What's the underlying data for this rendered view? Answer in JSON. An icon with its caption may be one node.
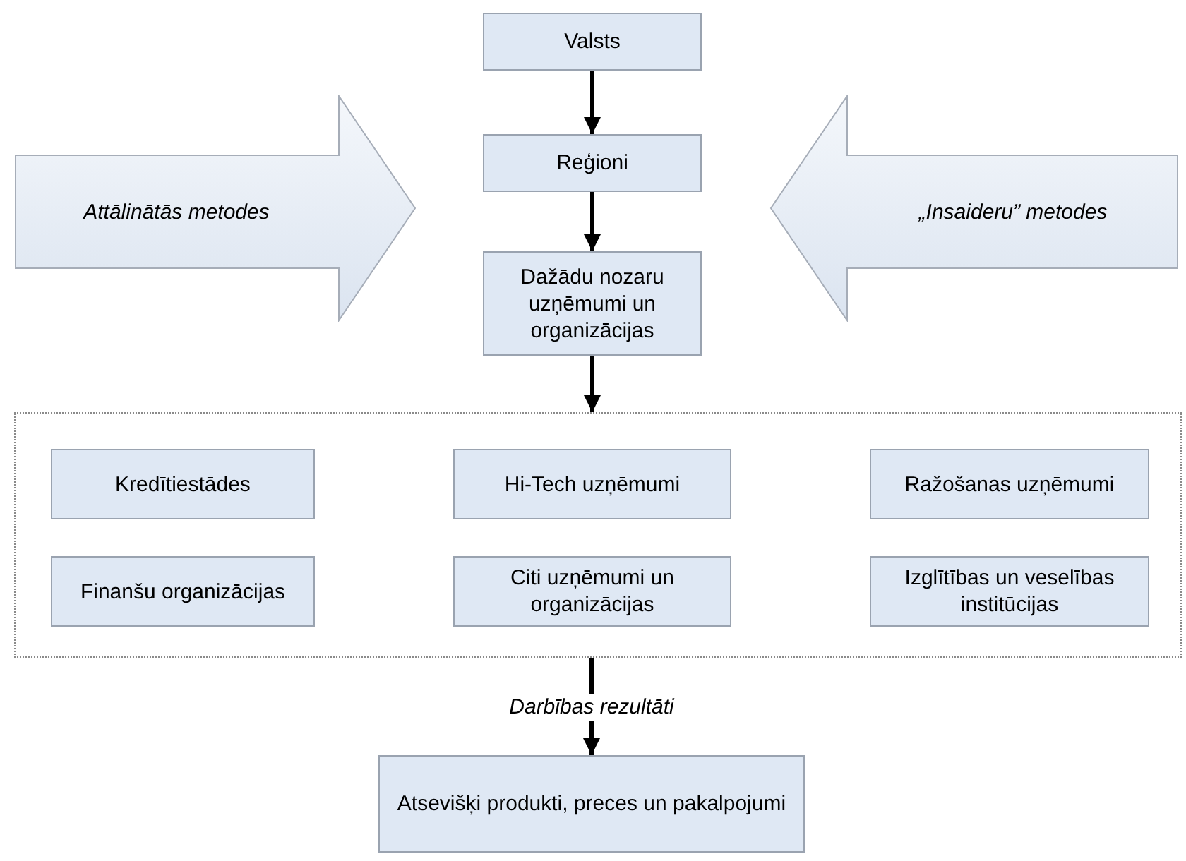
{
  "diagram": {
    "nodes": [
      {
        "text": [
          "Valsts"
        ]
      },
      {
        "text": [
          "Attālinātās metodes"
        ]
      },
      {
        "text": [
          "Reģioni"
        ]
      },
      {
        "text": [
          "„Insaideru” metodes"
        ]
      },
      {
        "text": [
          "Dažādu nozaru uzņēmumi un organizācijas"
        ]
      },
      {
        "text": [],
        "shape": "box"
      },
      {
        "text": [
          "Kredītiestādes"
        ],
        "in": 5
      },
      {
        "text": [
          "Hi-Tech uzņēmumi"
        ],
        "in": 5
      },
      {
        "text": [
          "Ražošanas uzņēmumi"
        ],
        "in": 5
      },
      {
        "text": [
          "Finanšu organizācijas"
        ],
        "in": 5
      },
      {
        "text": [
          "Citi uzņēmumi un organizācijas"
        ],
        "in": 5
      },
      {
        "text": [
          "Izglītības un veselības institūcijas"
        ],
        "in": 5
      },
      {
        "text": [
          "Atsevišķi produkti, preces un pakalpojumi"
        ]
      }
    ],
    "edges": [
      {
        "from": 0,
        "to": 2,
        "arrow": "to"
      },
      {
        "from": 2,
        "to": 4,
        "arrow": "to"
      },
      {
        "from": 4,
        "to": 5,
        "arrow": "to"
      },
      {
        "from": 5,
        "to": 12,
        "arrow": "to",
        "label": "Darbības rezultāti"
      }
    ]
  }
}
